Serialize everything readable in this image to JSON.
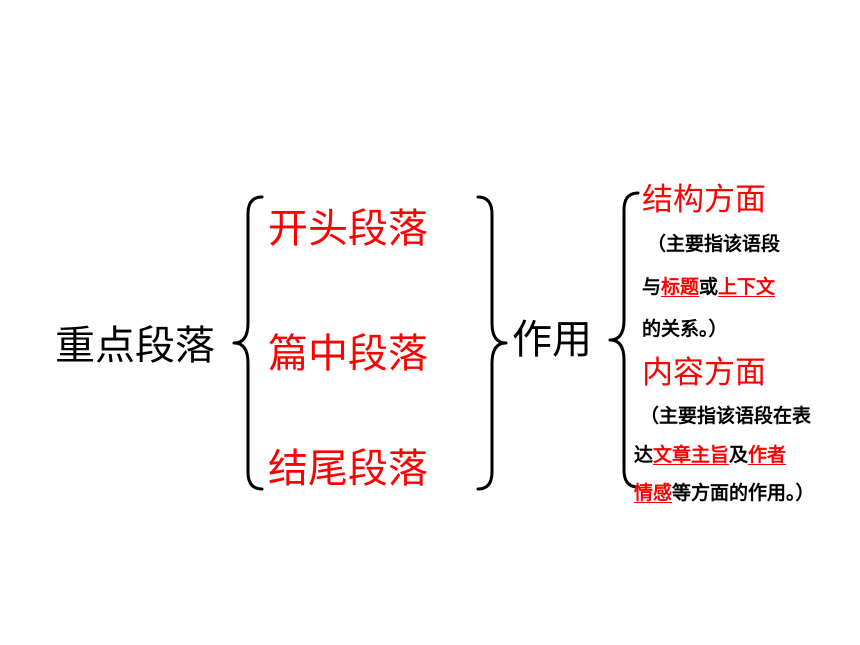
{
  "root": {
    "label": "重点段落",
    "color": "#000000"
  },
  "paragraphs": [
    {
      "label": "开头段落"
    },
    {
      "label": "篇中段落"
    },
    {
      "label": "结尾段落"
    }
  ],
  "paragraph_color": "#ff0000",
  "function_label": "作用",
  "aspects": {
    "structure": {
      "title": "结构方面",
      "line1": "（主要指该语段",
      "line2_prefix": "与",
      "line2_kw1": "标题",
      "line2_mid": "或",
      "line2_kw2": "上下文",
      "line3": "的关系。）"
    },
    "content": {
      "title": "内容方面",
      "line1": "（主要指该语段在表",
      "line2_prefix": "达",
      "line2_kw1": "文章主旨",
      "line2_mid": "及",
      "line2_kw2": "作者",
      "line3_kw": "情感",
      "line3_rest": "等方面的作用。）"
    }
  },
  "colors": {
    "text": "#000000",
    "highlight": "#ff0000",
    "background": "#ffffff"
  }
}
